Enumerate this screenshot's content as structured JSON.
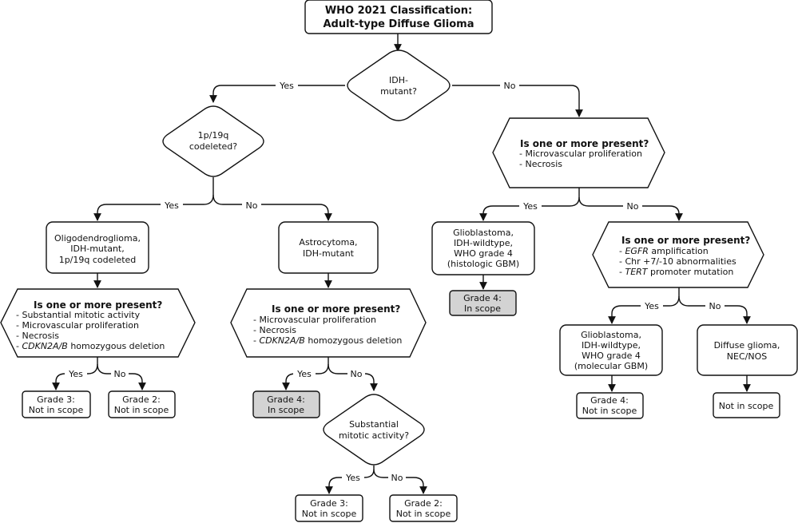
{
  "title": {
    "line1": "WHO 2021 Classification:",
    "line2": "Adult-type Diffuse Glioma"
  },
  "edge_labels": {
    "yes": "Yes",
    "no": "No"
  },
  "decisions": {
    "idh": [
      "IDH-",
      "mutant?"
    ],
    "codel": [
      "1p/19q",
      "codeleted?"
    ],
    "mitotic": [
      "Substantial",
      "mitotic activity?"
    ]
  },
  "criteria": {
    "header": "Is one or more present?",
    "gbm_histo": [
      "- Microvascular proliferation",
      "- Necrosis"
    ],
    "gbm_mol": [
      {
        "pre": "- ",
        "em": "EGFR",
        "post": " amplification"
      },
      {
        "pre": "- Chr +7/-10 abnormalities",
        "em": "",
        "post": ""
      },
      {
        "pre": "- ",
        "em": "TERT",
        "post": " promoter mutation"
      }
    ],
    "oligo": [
      {
        "pre": "- Substantial mitotic activity",
        "em": "",
        "post": ""
      },
      {
        "pre": "- Microvascular proliferation",
        "em": "",
        "post": ""
      },
      {
        "pre": "- Necrosis",
        "em": "",
        "post": ""
      },
      {
        "pre": "- ",
        "em": "CDKN2A/B",
        "post": " homozygous deletion"
      }
    ],
    "astro": [
      {
        "pre": "- Microvascular proliferation",
        "em": "",
        "post": ""
      },
      {
        "pre": "- Necrosis",
        "em": "",
        "post": ""
      },
      {
        "pre": "- ",
        "em": "CDKN2A/B",
        "post": " homozygous deletion"
      }
    ]
  },
  "entities": {
    "oligo": [
      "Oligodendroglioma,",
      "IDH-mutant,",
      "1p/19q codeleted"
    ],
    "astro": [
      "Astrocytoma,",
      "IDH-mutant"
    ],
    "gbm_histo": [
      "Glioblastoma,",
      "IDH-wildtype,",
      "WHO grade 4",
      "(histologic GBM)"
    ],
    "gbm_mol": [
      "Glioblastoma,",
      "IDH-wildtype,",
      "WHO grade 4",
      "(molecular GBM)"
    ],
    "nec_nos": [
      "Diffuse glioma,",
      "NEC/NOS"
    ]
  },
  "outcomes": {
    "oligo_g3": [
      "Grade 3:",
      "Not in scope"
    ],
    "oligo_g2": [
      "Grade 2:",
      "Not in scope"
    ],
    "astro_g4": [
      "Grade 4:",
      "In scope"
    ],
    "astro_g3": [
      "Grade 3:",
      "Not in scope"
    ],
    "astro_g2": [
      "Grade 2:",
      "Not in scope"
    ],
    "gbm_histo_g4": [
      "Grade 4:",
      "In scope"
    ],
    "gbm_mol_g4": [
      "Grade 4:",
      "Not in scope"
    ],
    "nos": [
      "Not in scope"
    ]
  },
  "colors": {
    "in_scope_fill": "#d3d3d3",
    "box_fill": "#ffffff",
    "stroke": "#111111"
  }
}
